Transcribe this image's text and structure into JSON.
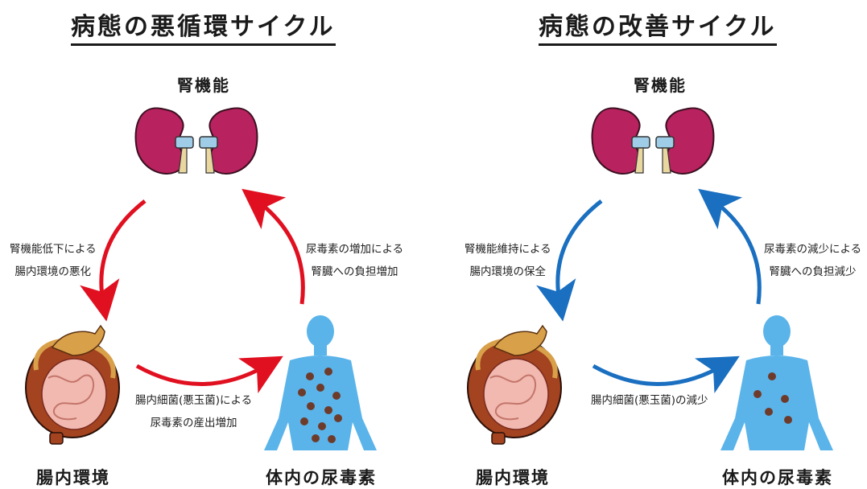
{
  "colors": {
    "vicious_arrow": "#e01020",
    "improvement_arrow": "#1a6fc0",
    "kidney": "#b8225e",
    "body_figure": "#5ab4ea",
    "toxin_dot": "#6e3b2b"
  },
  "left_panel": {
    "title": "病態の悪循環サイクル",
    "kidney_label": "腎機能",
    "intestine_label": "腸内環境",
    "body_label": "体内の尿毒素",
    "note_left": [
      "腎機能低下による",
      "腸内環境の悪化"
    ],
    "note_right": [
      "尿毒素の増加による",
      "腎臓への負担増加"
    ],
    "note_bottom": [
      "腸内細菌(悪玉菌)による",
      "尿毒素の産出増加"
    ],
    "toxin_count": "many"
  },
  "right_panel": {
    "title": "病態の改善サイクル",
    "kidney_label": "腎機能",
    "intestine_label": "腸内環境",
    "body_label": "体内の尿毒素",
    "note_left": [
      "腎機能維持による",
      "腸内環境の保全"
    ],
    "note_right": [
      "尿毒素の減少による",
      "腎臓への負担減少"
    ],
    "note_bottom": [
      "腸内細菌(悪玉菌)の減少"
    ],
    "toxin_count": "few"
  }
}
